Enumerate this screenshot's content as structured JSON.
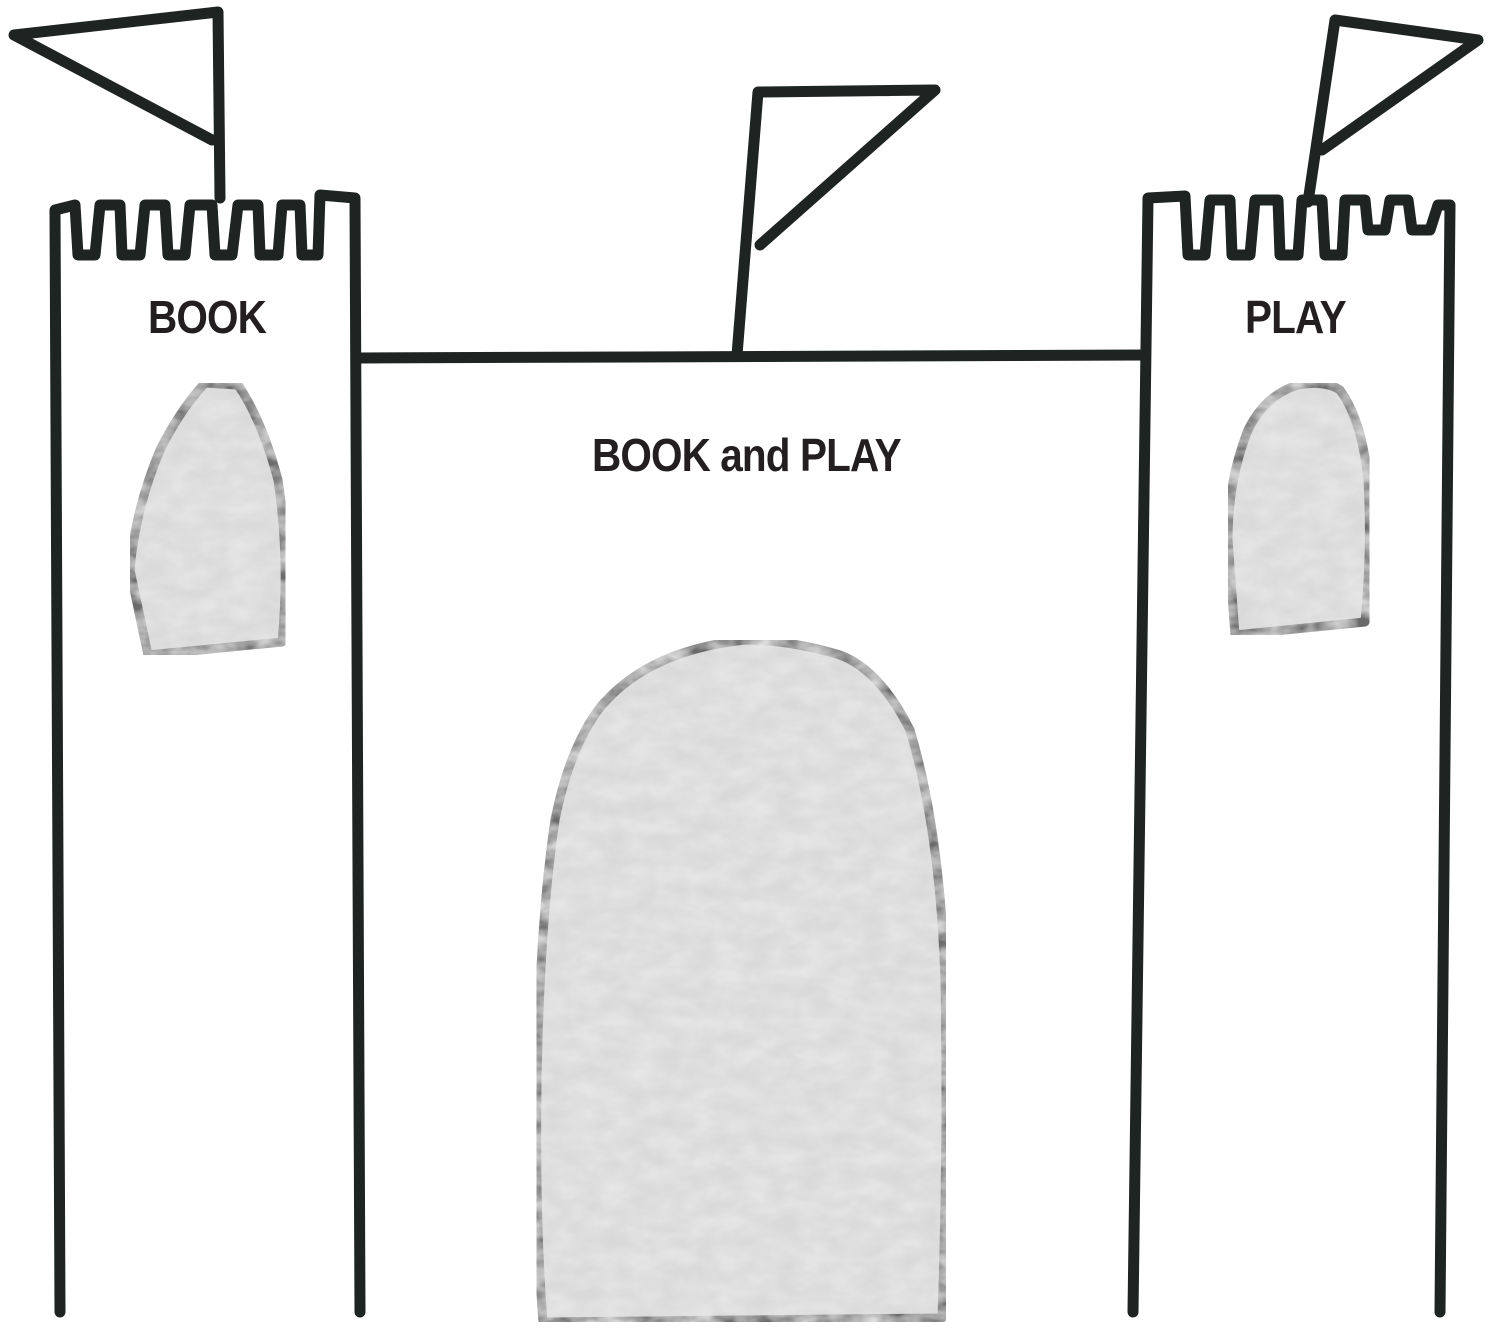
{
  "labels": {
    "left_tower": "BOOK",
    "right_tower": "PLAY",
    "center_wall": "BOOK and PLAY"
  },
  "colors": {
    "outline": "#1e2421",
    "window_fill": "#d9d9d9",
    "window_stroke": "#6b6b6b",
    "text": "#231f20"
  }
}
